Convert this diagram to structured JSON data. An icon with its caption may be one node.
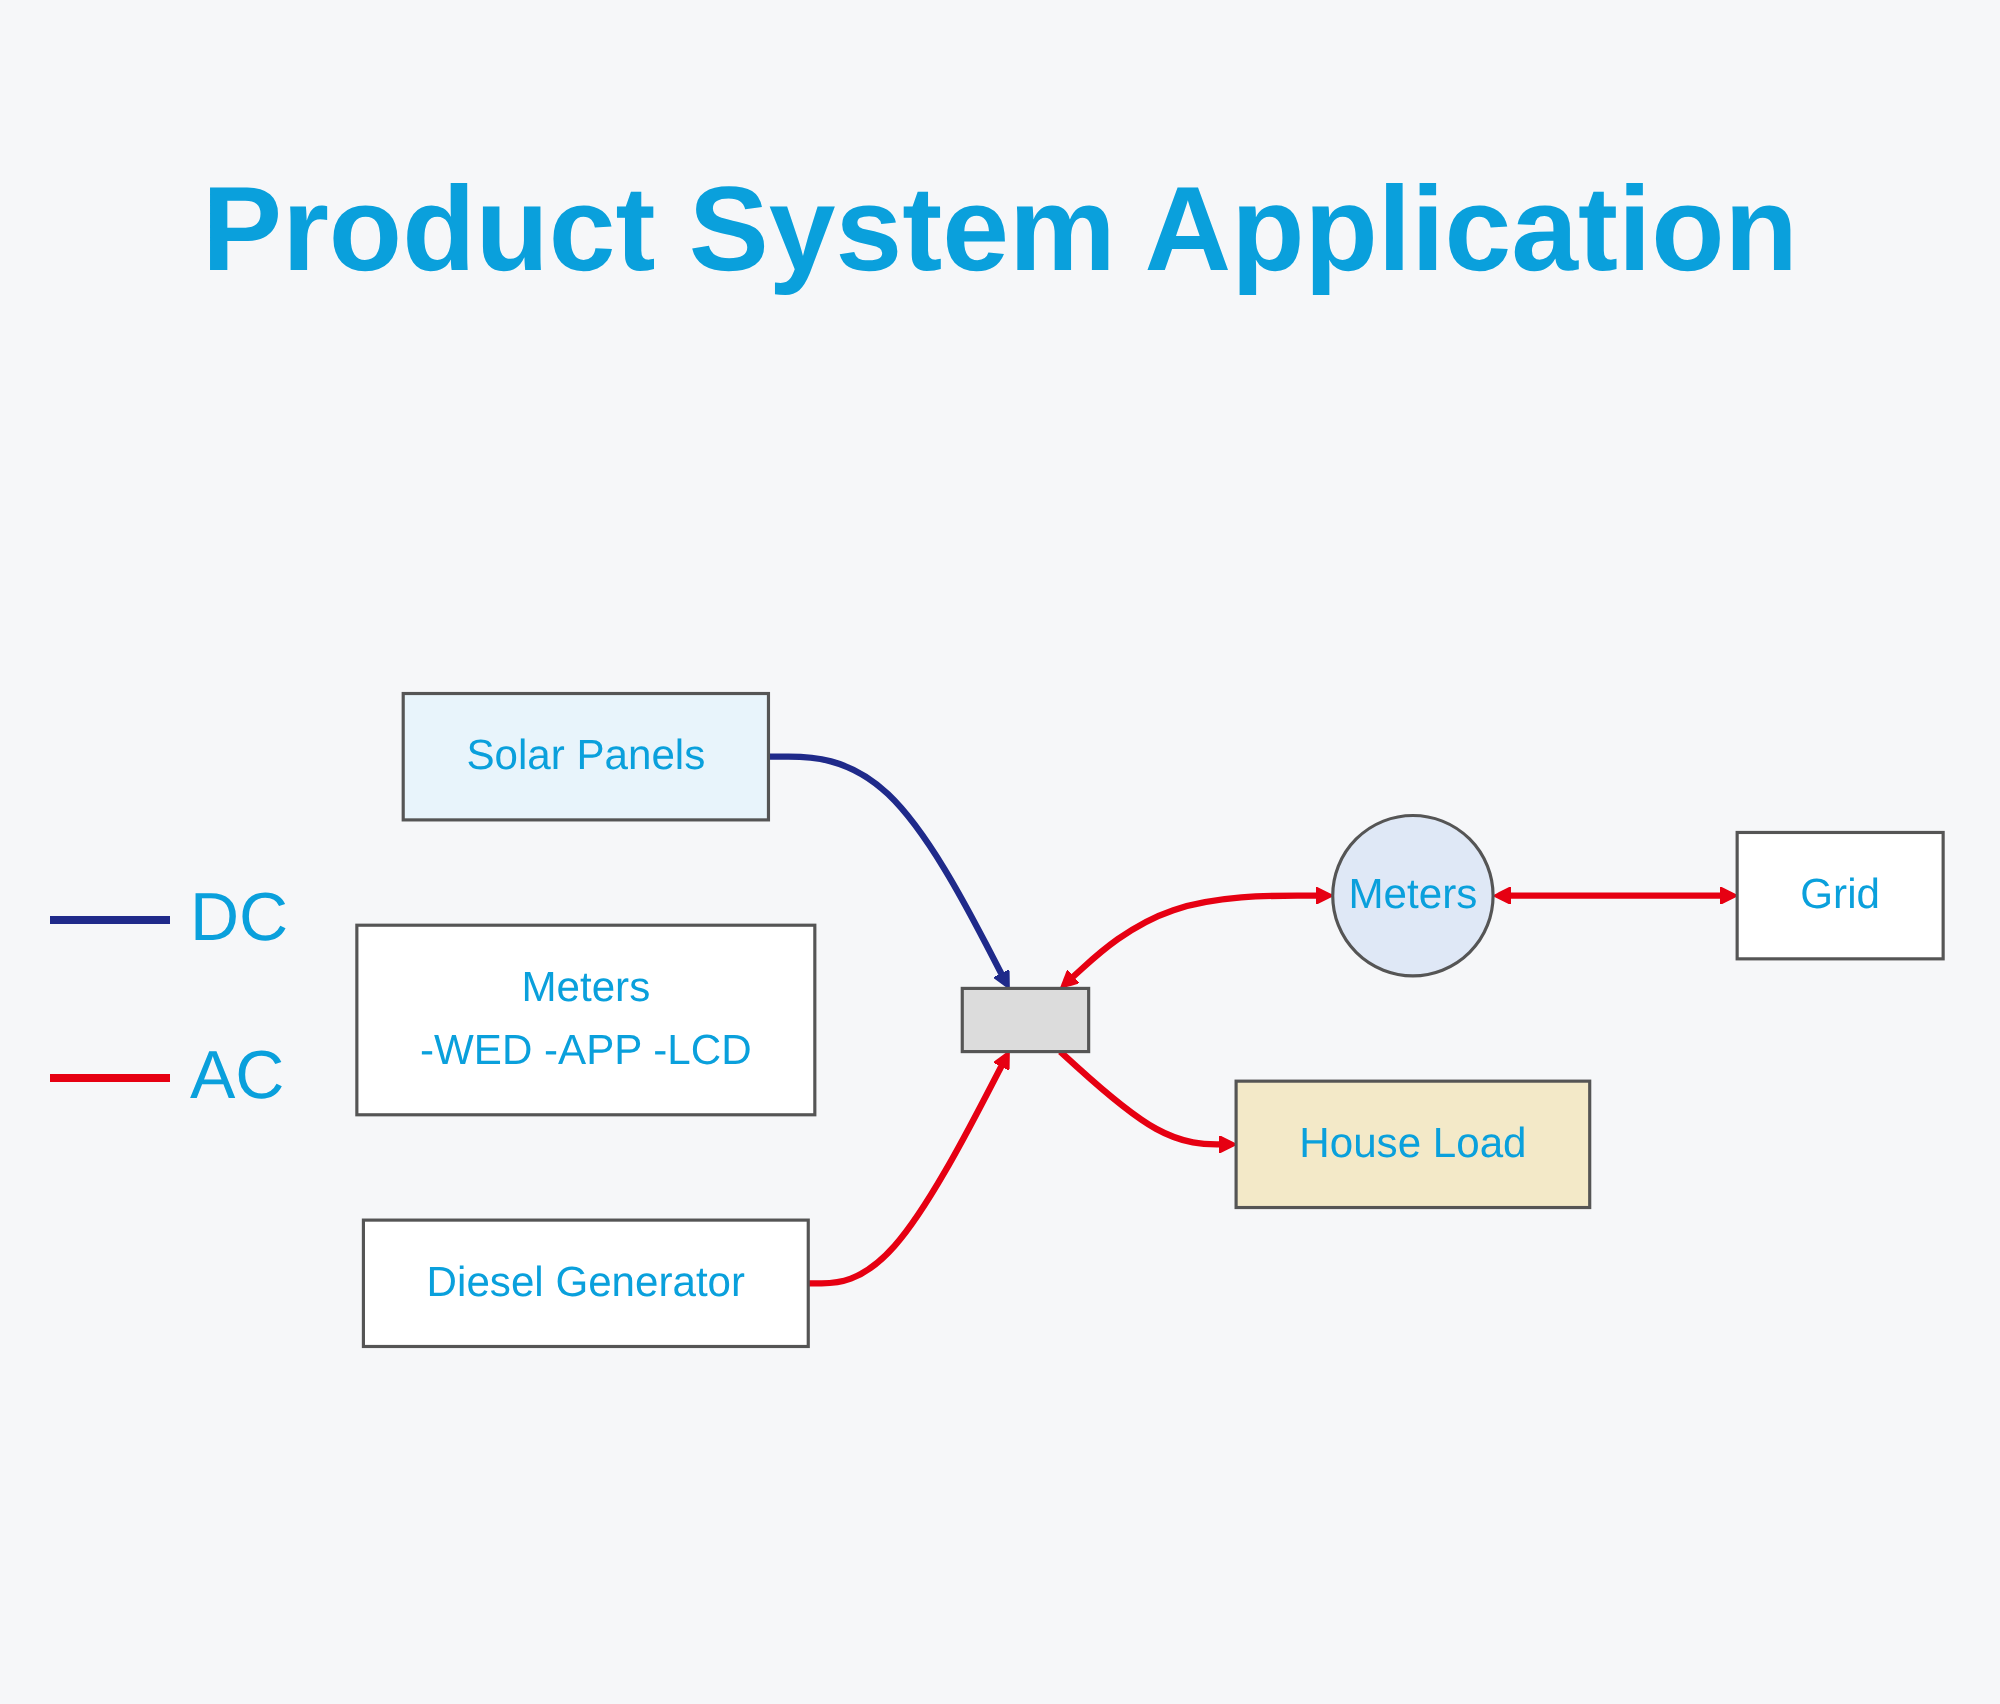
{
  "diagram": {
    "title": "Product System Application",
    "nodes": [
      {
        "text": [
          "Solar Panels"
        ]
      },
      {
        "text": [],
        "shape": "box"
      },
      {
        "text": [
          "Meters"
        ]
      },
      {
        "text": [
          "Grid"
        ]
      },
      {
        "text": [
          "Meters",
          "-WED -APP -LCD"
        ]
      },
      {
        "text": [
          "House Load"
        ]
      },
      {
        "text": [
          "Diesel Generator"
        ]
      }
    ],
    "edges": [
      {
        "from": 0,
        "to": 1,
        "arrow": "to",
        "color": "#1f2a8a"
      },
      {
        "from": 1,
        "to": 2,
        "arrow": "both",
        "color": "#e60012"
      },
      {
        "from": 2,
        "to": 3,
        "arrow": "both",
        "color": "#e60012"
      },
      {
        "from": 1,
        "to": 5,
        "arrow": "to",
        "color": "#e60012"
      },
      {
        "from": 6,
        "to": 1,
        "arrow": "to",
        "color": "#e60012"
      }
    ],
    "legend": [
      {
        "text": "DC"
      },
      {
        "text": "AC"
      }
    ]
  }
}
